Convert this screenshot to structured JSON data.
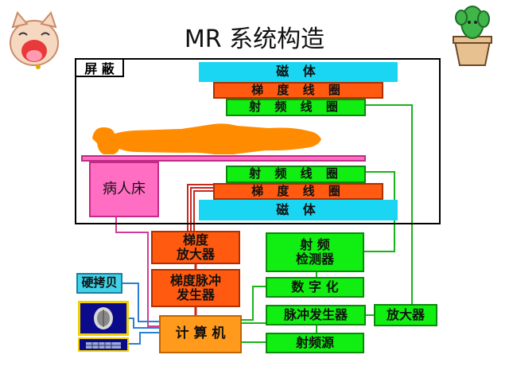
{
  "title": "MR 系统构造",
  "shield_label": "屏 蔽",
  "magnet_top": "磁 体",
  "gradient_coil_top": "梯 度 线 圈",
  "rf_coil_top": "射 频 线 圈",
  "rf_coil_bottom": "射 频 线 圈",
  "gradient_coil_bottom": "梯 度 线 圈",
  "magnet_bottom": "磁 体",
  "patient_bed": "病人床",
  "gradient_amplifier": "梯度\n放大器",
  "gradient_pulse_generator": "梯度脉冲\n发生器",
  "rf_detector": "射 频\n检测器",
  "digitizer": "数 字 化",
  "pulse_generator": "脉冲发生器",
  "amplifier": "放大器",
  "rf_source": "射频源",
  "computer": "计 算 机",
  "hard_copy": "硬拷贝",
  "colors": {
    "green": "#11ee11",
    "orange": "#ff5a10",
    "cyan": "#1ad6f2",
    "pink": "#ff6ec2",
    "patient": "#ff8c00",
    "wire_green": "#1bb21b",
    "wire_blue": "#2a7fd4",
    "wire_pink": "#d23a9a",
    "wire_red": "#c8281e"
  }
}
